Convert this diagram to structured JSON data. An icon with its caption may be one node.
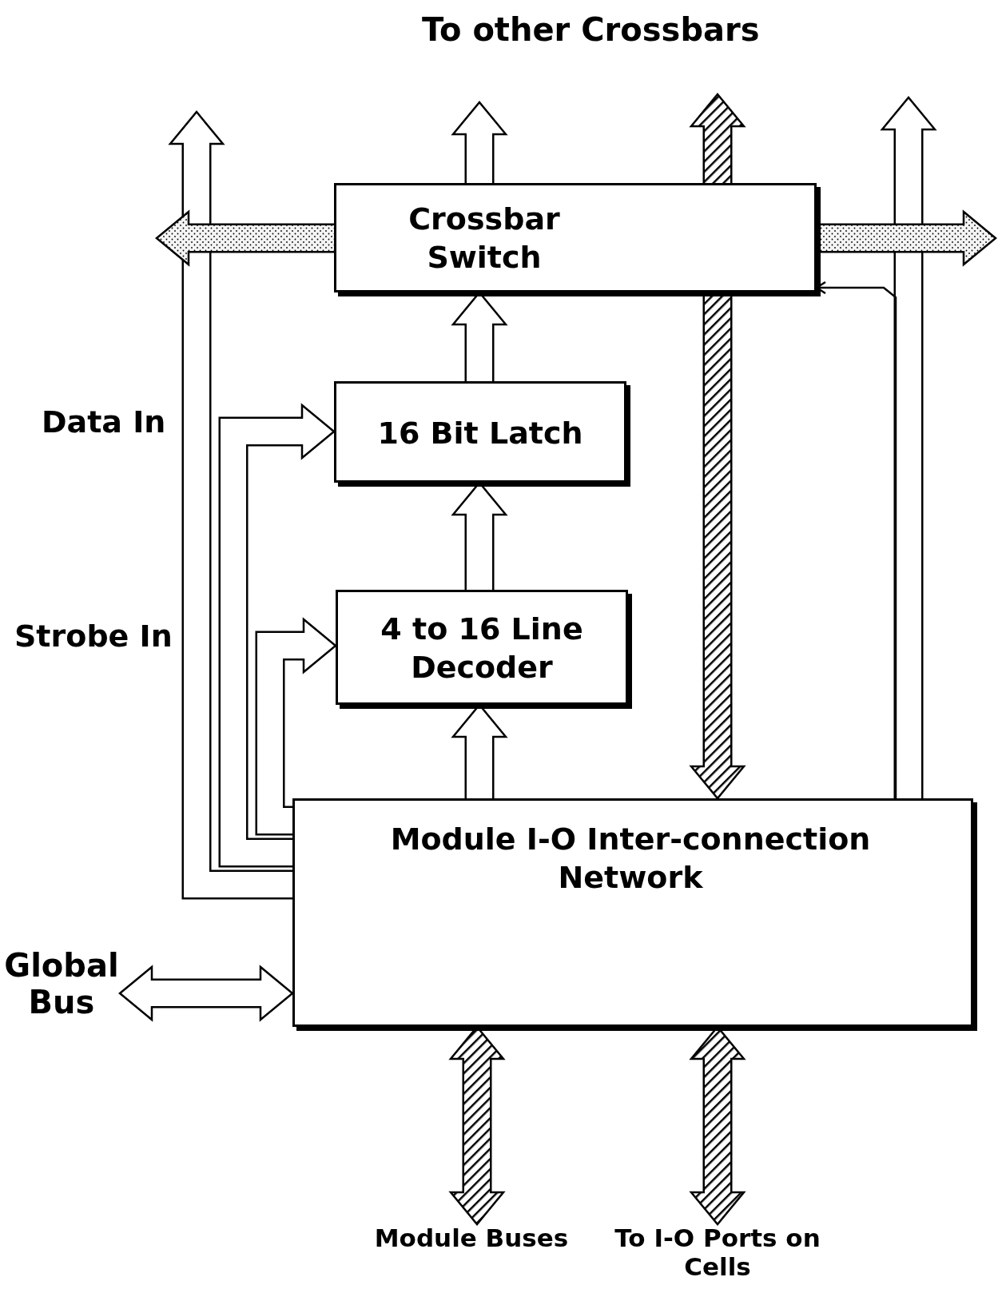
{
  "diagram": {
    "nodes": [
      {
        "text": [
          "Crossbar Switch"
        ]
      },
      {
        "text": [
          "16 Bit Latch"
        ]
      },
      {
        "text": [
          "4 to 16 Line Decoder"
        ]
      },
      {
        "text": [
          "Module I-O Inter-connection Network"
        ]
      },
      {
        "text": [
          "Global Bus"
        ]
      },
      {
        "text": [
          "Module Buses"
        ]
      },
      {
        "text": [
          "To I-O Ports on Cells"
        ]
      }
    ],
    "edges": [
      {
        "from": 3,
        "to": 1,
        "arrow": "to"
      },
      {
        "from": 3,
        "to": 2,
        "arrow": "to"
      },
      {
        "from": 3,
        "to": null,
        "arrow": "to"
      },
      {
        "from": 2,
        "to": 1,
        "arrow": "to"
      },
      {
        "from": 1,
        "to": 0,
        "arrow": "to"
      },
      {
        "from": 3,
        "to": 2,
        "arrow": "to"
      },
      {
        "from": 0,
        "to": null,
        "arrow": "to"
      },
      {
        "from": 0,
        "to": null,
        "arrow": "to"
      },
      {
        "from": 0,
        "to": null,
        "arrow": "to"
      },
      {
        "from": 0,
        "to": null,
        "arrow": "to"
      },
      {
        "from": 0,
        "to": 3,
        "arrow": "to"
      },
      {
        "from": 3,
        "to": null,
        "arrow": "to"
      },
      {
        "from": 3,
        "to": 0,
        "arrow": "to",
        "color": "#000000"
      },
      {
        "from": 4,
        "to": 3,
        "arrow": "both"
      },
      {
        "from": 3,
        "to": 5,
        "arrow": "both"
      },
      {
        "from": 3,
        "to": 6,
        "arrow": "both"
      }
    ],
    "labels": [
      "To other Crossbars",
      "Data In",
      "Strobe In"
    ]
  }
}
